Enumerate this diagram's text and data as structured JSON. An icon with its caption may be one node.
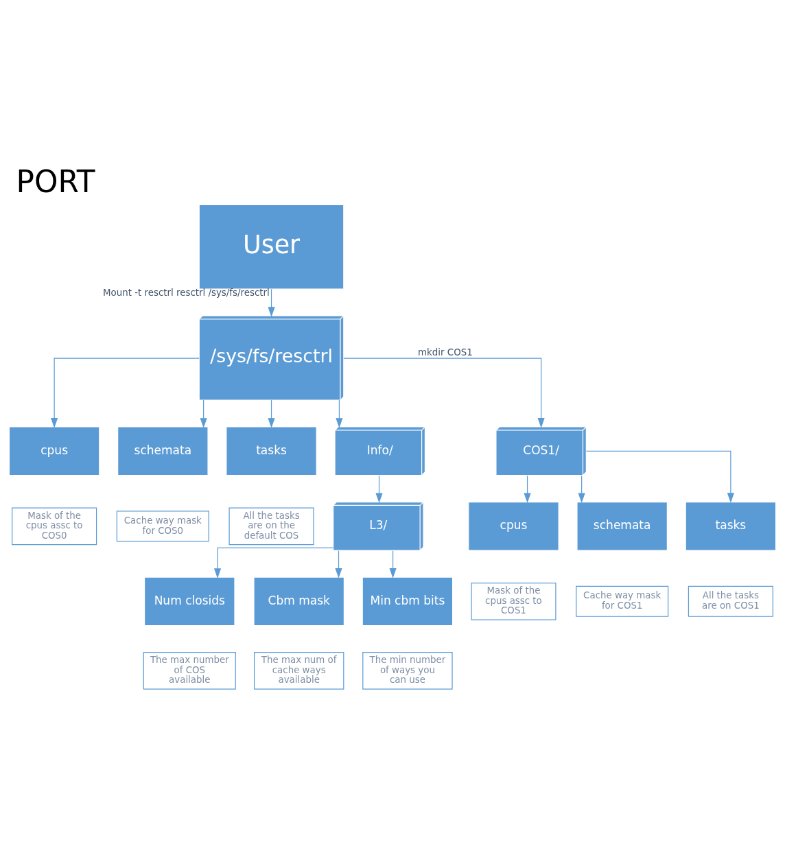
{
  "diagram": {
    "title": "PORT",
    "nodes": [
      {
        "text": [
          "User"
        ]
      },
      {
        "text": [
          "/sys/fs/resctrl"
        ]
      },
      {
        "text": [
          "cpus"
        ]
      },
      {
        "text": [
          "schemata"
        ]
      },
      {
        "text": [
          "tasks"
        ]
      },
      {
        "text": [
          "Info/"
        ]
      },
      {
        "text": [
          "Mask of the cpus assc to COS0"
        ]
      },
      {
        "text": [
          "Cache way mask for COS0"
        ]
      },
      {
        "text": [
          "All the tasks are on the default COS"
        ]
      },
      {
        "text": [
          "L3/"
        ]
      },
      {
        "text": [
          "Num closids"
        ]
      },
      {
        "text": [
          "Cbm mask"
        ]
      },
      {
        "text": [
          "Min cbm bits"
        ]
      },
      {
        "text": [
          "COS1/"
        ]
      },
      {
        "text": [
          "The max number of COS available"
        ]
      },
      {
        "text": [
          "The max num of cache ways available"
        ]
      },
      {
        "text": [
          "The min number of ways you can use"
        ]
      },
      {
        "text": [
          "cpus"
        ]
      },
      {
        "text": [
          "schemata"
        ]
      },
      {
        "text": [
          "tasks"
        ]
      },
      {
        "text": [
          "Mask of the cpus assc to COS1"
        ]
      },
      {
        "text": [
          "Cache way mask for COS1"
        ]
      },
      {
        "text": [
          "All the tasks are on COS1"
        ]
      }
    ],
    "edges": [
      {
        "from": 0,
        "to": 1,
        "arrow": "to",
        "label": "Mount -t resctrl resctrl /sys/fs/resctrl"
      },
      {
        "from": 1,
        "to": 2,
        "arrow": "to"
      },
      {
        "from": 1,
        "to": 3,
        "arrow": "to"
      },
      {
        "from": 1,
        "to": 4,
        "arrow": "to"
      },
      {
        "from": 1,
        "to": 5,
        "arrow": "to"
      },
      {
        "from": 1,
        "to": 13,
        "arrow": "to",
        "label": "mkdir COS1"
      },
      {
        "from": 5,
        "to": 9,
        "arrow": "to"
      },
      {
        "from": 9,
        "to": 10,
        "arrow": "to"
      },
      {
        "from": 9,
        "to": 11,
        "arrow": "to"
      },
      {
        "from": 9,
        "to": 12,
        "arrow": "to"
      },
      {
        "from": 13,
        "to": 17,
        "arrow": "to"
      },
      {
        "from": 13,
        "to": 18,
        "arrow": "to"
      },
      {
        "from": 13,
        "to": 19,
        "arrow": "to"
      }
    ]
  }
}
